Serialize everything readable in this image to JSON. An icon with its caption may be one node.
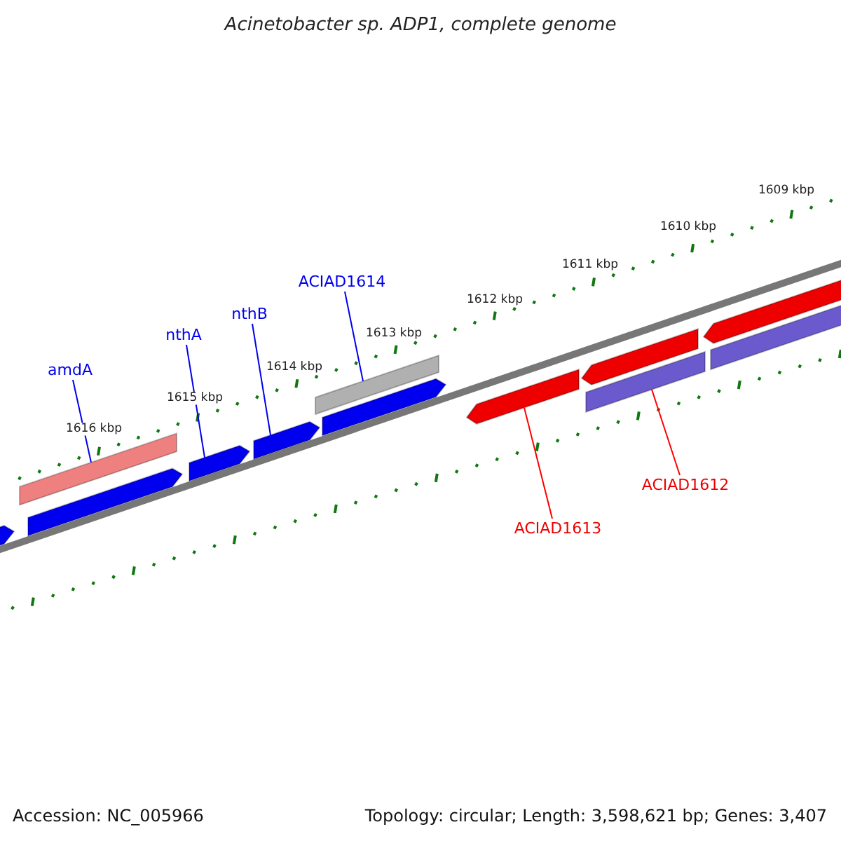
{
  "diagram": {
    "title": "Acinetobacter sp. ADP1, complete genome",
    "nodes": [
      {
        "text": [
          "ACIAD1614"
        ]
      },
      {
        "text": [
          "nthB"
        ]
      },
      {
        "text": [
          "nthA"
        ]
      },
      {
        "text": [
          "amdA"
        ]
      },
      {
        "text": [
          "ACIAD1612"
        ]
      },
      {
        "text": [
          "ACIAD1613"
        ]
      },
      {
        "text": [],
        "shape": "arrow"
      },
      {
        "text": [],
        "shape": "bar"
      },
      {
        "text": [],
        "shape": "arrow"
      },
      {
        "text": [],
        "shape": "arrow"
      },
      {
        "text": [],
        "shape": "arrow"
      },
      {
        "text": [],
        "shape": "bar"
      },
      {
        "text": [],
        "shape": "arrow"
      },
      {
        "text": [],
        "shape": "arrow"
      },
      {
        "text": [],
        "shape": "arrow"
      },
      {
        "text": [],
        "shape": "arrow"
      },
      {
        "text": [],
        "shape": "bar"
      },
      {
        "text": [],
        "shape": "bar"
      }
    ],
    "edges": [
      {
        "from": 0,
        "to": 11,
        "arrow": "none"
      },
      {
        "from": 1,
        "to": 10,
        "arrow": "none"
      },
      {
        "from": 2,
        "to": 9,
        "arrow": "none"
      },
      {
        "from": 3,
        "to": 7,
        "arrow": "none"
      },
      {
        "from": 4,
        "to": 16,
        "arrow": "none",
        "color": "#ff0000"
      },
      {
        "from": 5,
        "to": 13,
        "arrow": "none",
        "color": "#ff0000"
      }
    ],
    "labels": [
      "1609 kbp",
      "1610 kbp",
      "1611 kbp",
      "1612 kbp",
      "1613 kbp",
      "1614 kbp",
      "1615 kbp",
      "1616 kbp",
      "Accession: NC_005966",
      "Topology: circular; Length: 3,598,621 bp; Genes: 3,407"
    ]
  }
}
